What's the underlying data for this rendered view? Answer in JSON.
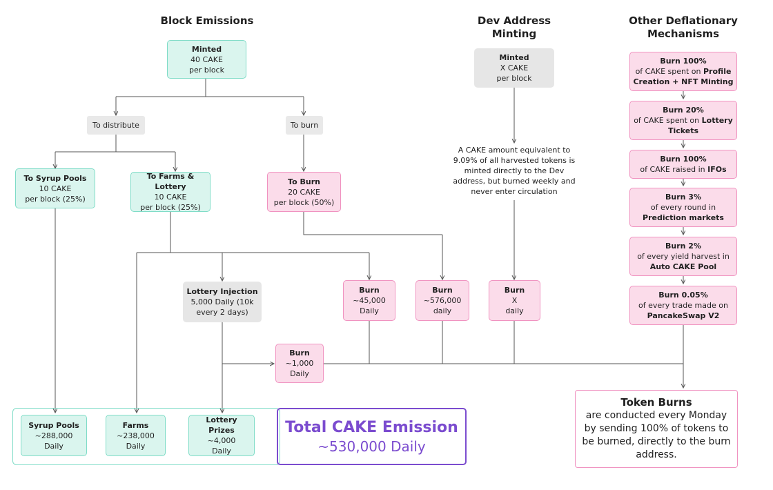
{
  "headers": {
    "block_emissions": "Block Emissions",
    "dev_address_minting": [
      "Dev Address",
      "Minting"
    ],
    "other_deflationary": [
      "Other Deflationary",
      "Mechanisms"
    ]
  },
  "block": {
    "minted": {
      "title": "Minted",
      "lines": [
        "40 CAKE",
        "per block"
      ]
    },
    "to_distribute": "To distribute",
    "to_burn_label": "To burn",
    "syrup": {
      "title": "To Syrup Pools",
      "lines": [
        "10 CAKE",
        "per block (25%)"
      ]
    },
    "farms_lottery": {
      "title": "To Farms & Lottery",
      "lines": [
        "10 CAKE",
        "per block (25%)"
      ]
    },
    "to_burn": {
      "title": "To Burn",
      "lines": [
        "20 CAKE",
        "per block (50%)"
      ]
    },
    "lottery_injection": {
      "title": "Lottery Injection",
      "lines": [
        "5,000 Daily (10k",
        "every 2 days)"
      ]
    },
    "burn_45000": {
      "title": "Burn",
      "lines": [
        "~45,000",
        "Daily"
      ]
    },
    "burn_576000": {
      "title": "Burn",
      "lines": [
        "~576,000",
        "daily"
      ]
    },
    "burn_1000": {
      "title": "Burn",
      "lines": [
        "~1,000",
        "Daily"
      ]
    }
  },
  "dev": {
    "minted": {
      "title": "Minted",
      "lines": [
        "X CAKE",
        "per block"
      ]
    },
    "description": [
      "A CAKE amount equivalent to",
      "9.09% of all harvested tokens is",
      "minted directly to the Dev",
      "address, but burned weekly and",
      "never enter circulation"
    ],
    "burn_x": {
      "title": "Burn",
      "lines": [
        "X",
        "daily"
      ]
    }
  },
  "deflationary": [
    {
      "title": "Burn 100%",
      "pre": "of CAKE spent on ",
      "bold": "Profile Creation + NFT Minting"
    },
    {
      "title": "Burn 20%",
      "pre": "of CAKE spent on ",
      "bold": "Lottery Tickets"
    },
    {
      "title": "Burn 100%",
      "pre": "of CAKE raised in ",
      "bold": "IFOs"
    },
    {
      "title": "Burn 3%",
      "pre": "of every round in ",
      "bold": "Prediction markets"
    },
    {
      "title": "Burn 2%",
      "pre": "of every yield harvest in ",
      "bold": "Auto CAKE Pool"
    },
    {
      "title": "Burn 0.05%",
      "pre": "of every trade made on ",
      "bold": "PancakeSwap V2"
    }
  ],
  "totals": {
    "syrup_pools": {
      "title": "Syrup Pools",
      "lines": [
        "~288,000",
        "Daily"
      ]
    },
    "farms": {
      "title": "Farms",
      "lines": [
        "~238,000",
        "Daily"
      ]
    },
    "lottery_prizes": {
      "title": "Lottery Prizes",
      "lines": [
        "~4,000",
        "Daily"
      ]
    },
    "total_emission": {
      "title": "Total CAKE Emission",
      "value": "~530,000 Daily"
    }
  },
  "token_burns": {
    "title": "Token Burns",
    "text": "are conducted every Monday by sending 100% of tokens to be burned, directly to the burn address."
  },
  "colors": {
    "green_fill": "#daf5ee",
    "green_border": "#7fdcc7",
    "pink_fill": "#fbdcea",
    "pink_border": "#f092c0",
    "grey_fill": "#e6e6e6",
    "purple": "#7b4ccf"
  }
}
